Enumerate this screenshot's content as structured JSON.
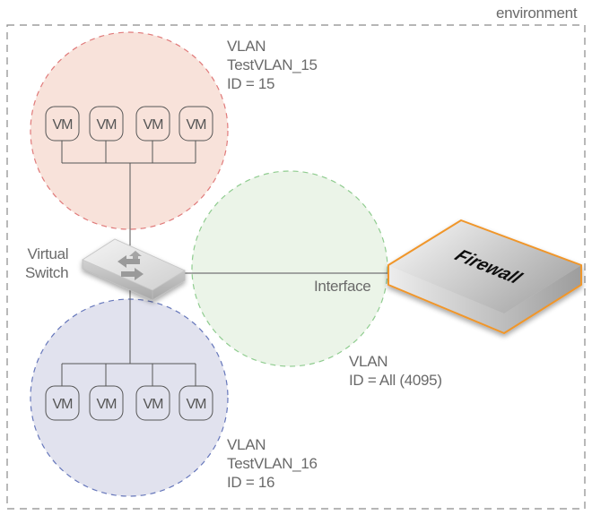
{
  "environment": {
    "label": "environment"
  },
  "vlan_15": {
    "line1": "VLAN",
    "line2": "TestVLAN_15",
    "line3": "ID = 15",
    "fill": "#f8e2da",
    "stroke": "#e07a7a",
    "vms": [
      "VM",
      "VM",
      "VM",
      "VM"
    ]
  },
  "vlan_16": {
    "line1": "VLAN",
    "line2": "TestVLAN_16",
    "line3": "ID = 16",
    "fill": "#e1e2ee",
    "stroke": "#6677bb",
    "vms": [
      "VM",
      "VM",
      "VM",
      "VM"
    ]
  },
  "vlan_all": {
    "line1": "VLAN",
    "line2": "ID = All (4095)",
    "fill": "#ebf4e8",
    "stroke": "#8fcc8f"
  },
  "virtual_switch": {
    "line1": "Virtual",
    "line2": "Switch",
    "icon": "switch-arrows-icon"
  },
  "interface": {
    "label": "Interface"
  },
  "firewall": {
    "label": "Firewall",
    "accent": "#f0962a"
  }
}
